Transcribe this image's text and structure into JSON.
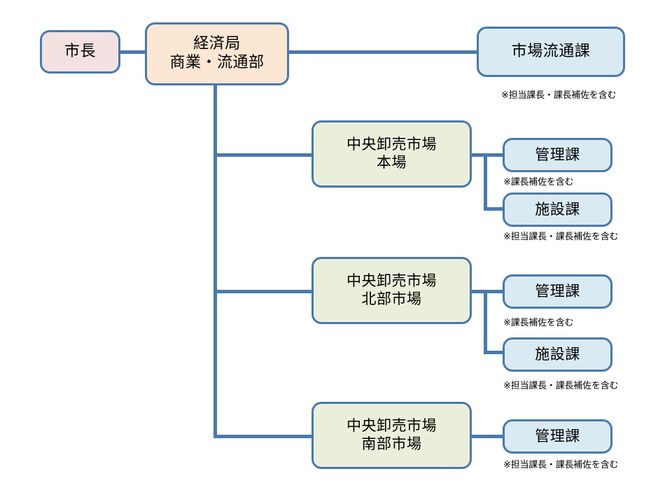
{
  "diagram": {
    "title": "",
    "type": "organization-chart",
    "colors": {
      "line": "#4a79ab",
      "border": "#4a79ab",
      "mayor_fill": "#f4e2e2",
      "bureau_fill": "#fce6d4",
      "division_fill": "#daeaf3",
      "market_fill": "#eaefdc",
      "background": "#ffffff",
      "text": "#000000"
    },
    "nodes": {
      "mayor": {
        "label": "市長"
      },
      "bureau": {
        "label": "経済局\n商業・流通部"
      },
      "market_distribution_division": {
        "label": "市場流通課"
      },
      "central_market_main": {
        "label": "中央卸売市場\n本場"
      },
      "central_market_north": {
        "label": "中央卸売市場\n北部市場"
      },
      "central_market_south": {
        "label": "中央卸売市場\n南部市場"
      },
      "main_management": {
        "label": "管理課"
      },
      "main_facilities": {
        "label": "施設課"
      },
      "north_management": {
        "label": "管理課"
      },
      "north_facilities": {
        "label": "施設課"
      },
      "south_management": {
        "label": "管理課"
      }
    },
    "notes": {
      "market_distribution_division": "※担当課長・課長補佐を含む",
      "main_management": "※課長補佐を含む",
      "main_facilities": "※担当課長・課長補佐を含む",
      "north_management": "※課長補佐を含む",
      "north_facilities": "※担当課長・課長補佐を含む",
      "south_management": "※担当課長・課長補佐を含む"
    }
  }
}
